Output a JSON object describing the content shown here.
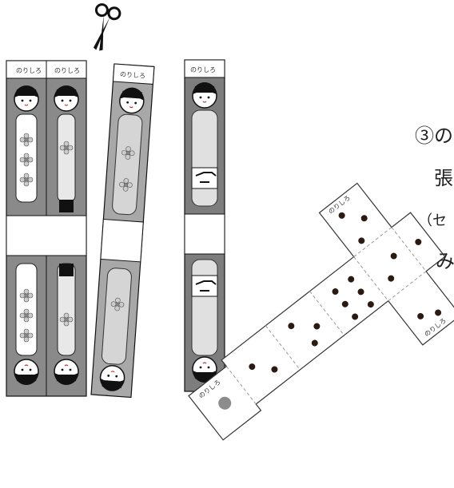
{
  "instruction": {
    "line1": "③の",
    "line2": "張",
    "line3": "（セ",
    "line4": "み"
  },
  "tab_label": "のりしろ",
  "icons": {
    "scissors": "scissors-icon"
  },
  "colors": {
    "strip_dark": "#7d7d7d",
    "strip_mid": "#a6a6a6",
    "strip_light": "#cfcfcf",
    "ink": "#1a1a1a",
    "dot": "#2a1a12",
    "gray_dot": "#8c8c8c"
  }
}
